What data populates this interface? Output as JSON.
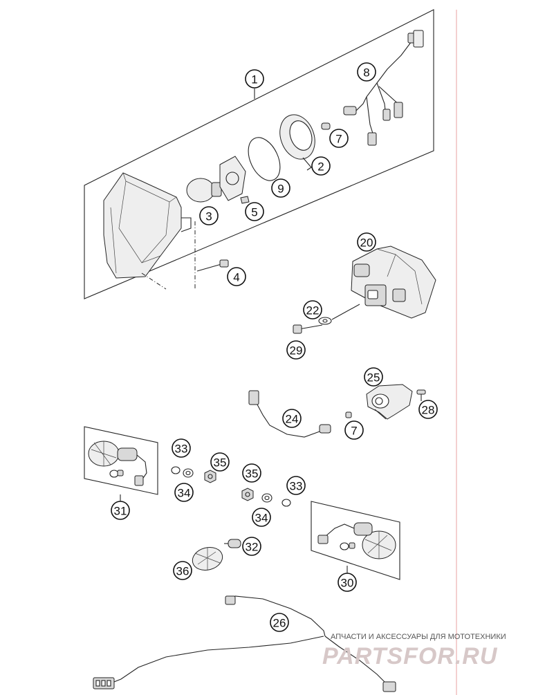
{
  "callouts": {
    "c1": "1",
    "c2": "2",
    "c3": "3",
    "c4": "4",
    "c5": "5",
    "c7a": "7",
    "c7b": "7",
    "c8": "8",
    "c9": "9",
    "c20": "20",
    "c22": "22",
    "c24": "24",
    "c25": "25",
    "c26": "26",
    "c28": "28",
    "c29": "29",
    "c30": "30",
    "c31": "31",
    "c32": "32",
    "c33a": "33",
    "c33b": "33",
    "c34a": "34",
    "c34b": "34",
    "c35a": "35",
    "c35b": "35",
    "c36": "36"
  },
  "watermark": {
    "tagline": "АПЧАСТИ И АКСЕССУАРЫ ДЛЯ МОТОТЕХНИКИ",
    "logo": "PARTSFOR.RU"
  },
  "colors": {
    "line": "#222222",
    "margin_rule": "#e8a0a0",
    "watermark": "#d7c8c8"
  }
}
